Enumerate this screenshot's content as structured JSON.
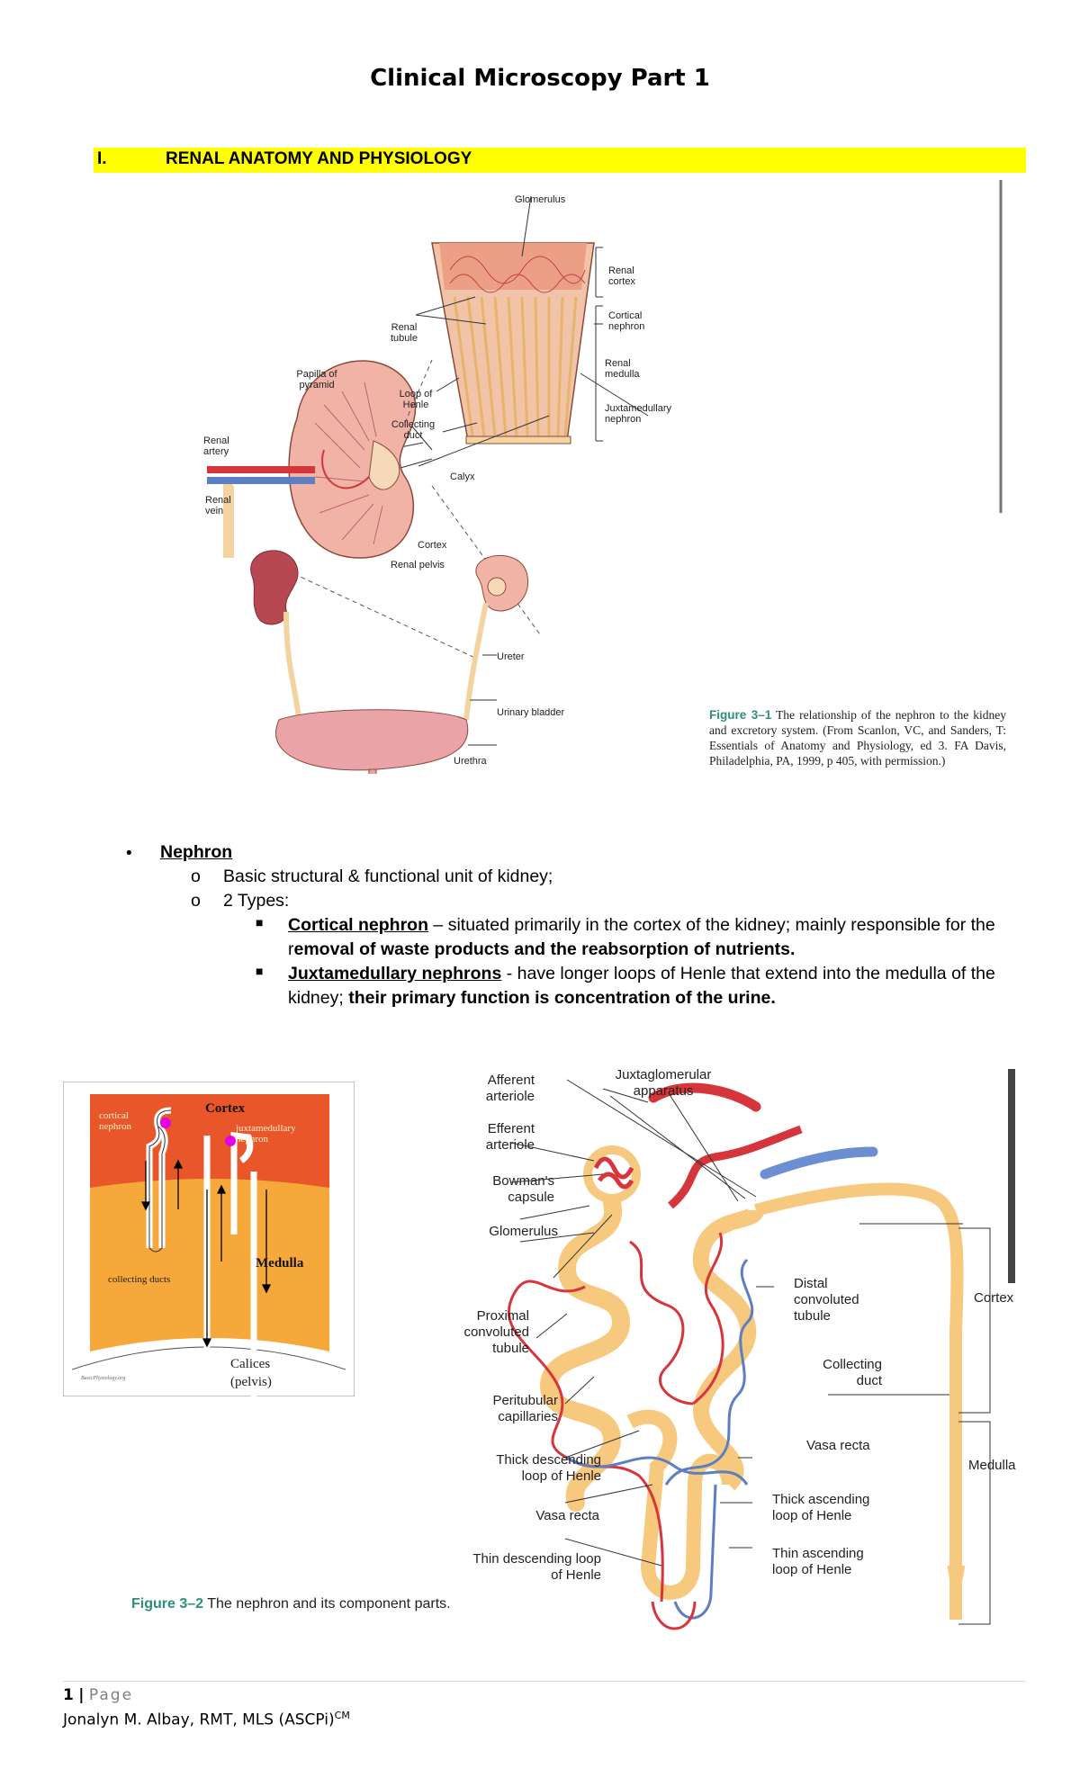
{
  "title": "Clinical Microscopy Part 1",
  "section": {
    "number": "I.",
    "heading": "RENAL ANATOMY AND PHYSIOLOGY"
  },
  "figure1": {
    "labels": {
      "glomerulus": "Glomerulus",
      "renal_cortex": "Renal cortex",
      "cortical_nephron": "Cortical nephron",
      "renal_tubule": "Renal tubule",
      "renal_medulla": "Renal medulla",
      "papilla": "Papilla of pyramid",
      "loop_of_henle": "Loop of Henle",
      "juxtamedullary_nephron": "Juxtamedullary nephron",
      "collecting_duct": "Collecting duct",
      "renal_artery": "Renal artery",
      "renal_vein": "Renal vein",
      "calyx": "Calyx",
      "cortex": "Cortex",
      "renal_pelvis": "Renal pelvis",
      "ureter": "Ureter",
      "urinary_bladder": "Urinary bladder",
      "urethra": "Urethra"
    },
    "caption_label": "Figure 3–1",
    "caption_text": "The relationship of the nephron to the kidney and excretory system. (From Scanlon, VC, and Sanders, T: Essentials of Anatomy and Physiology, ed 3. FA Davis, Philadelphia, PA, 1999, p 405, with permission.)"
  },
  "nephron": {
    "heading": "Nephron",
    "point1": "Basic structural & functional unit of kidney;",
    "point2": "2 Types:",
    "type1": {
      "term": "Cortical nephron",
      "text_a": " – situated primarily in the cortex of the kidney; mainly responsible for the r",
      "text_b": "emoval of waste products and the reabsorption of nutrients."
    },
    "type2": {
      "term": "Juxtamedullary nephrons",
      "text_a": " - have longer loops of Henle that extend into the medulla of the kidney; ",
      "text_b": "their primary function is concentration of the urine."
    }
  },
  "figure_small": {
    "cortex": "Cortex",
    "cortical_nephron": "cortical nephron",
    "juxtamedullary_nephron": "juxtamedullary nephron",
    "collecting_ducts": "collecting ducts",
    "medulla": "Medulla",
    "calices": "Calices (pelvis)",
    "credit": "BasicPhysiology.org"
  },
  "figure2": {
    "labels": {
      "juxtaglomerular": "Juxtaglomerular apparatus",
      "afferent": "Afferent arteriole",
      "efferent": "Efferent arteriole",
      "bowmans": "Bowman's capsule",
      "glomerulus": "Glomerulus",
      "proximal": "Proximal convoluted tubule",
      "peritubular": "Peritubular capillaries",
      "thick_desc": "Thick descending loop of Henle",
      "vasa_recta_left": "Vasa recta",
      "thin_desc": "Thin descending loop of Henle",
      "distal": "Distal convoluted tubule",
      "collecting_duct": "Collecting duct",
      "vasa_recta_right": "Vasa recta",
      "thick_asc": "Thick ascending loop of Henle",
      "thin_asc": "Thin ascending loop of Henle",
      "cortex": "Cortex",
      "medulla": "Medulla"
    },
    "caption_label": "Figure 3–2",
    "caption_text": "The nephron and its component parts."
  },
  "footer": {
    "page_number": "1",
    "separator": "|",
    "page_word": "Page",
    "author": "Jonalyn M. Albay, RMT, MLS (ASCPi)",
    "author_sup": "CM"
  },
  "colors": {
    "highlight": "#ffff00",
    "figure_caption_label": "#2a8f7c",
    "tubule": "#f7c97e",
    "artery": "#d6353c",
    "vein": "#5b7fc0",
    "cortex_layer": "#e8562a",
    "medulla_layer": "#f6a83a"
  }
}
